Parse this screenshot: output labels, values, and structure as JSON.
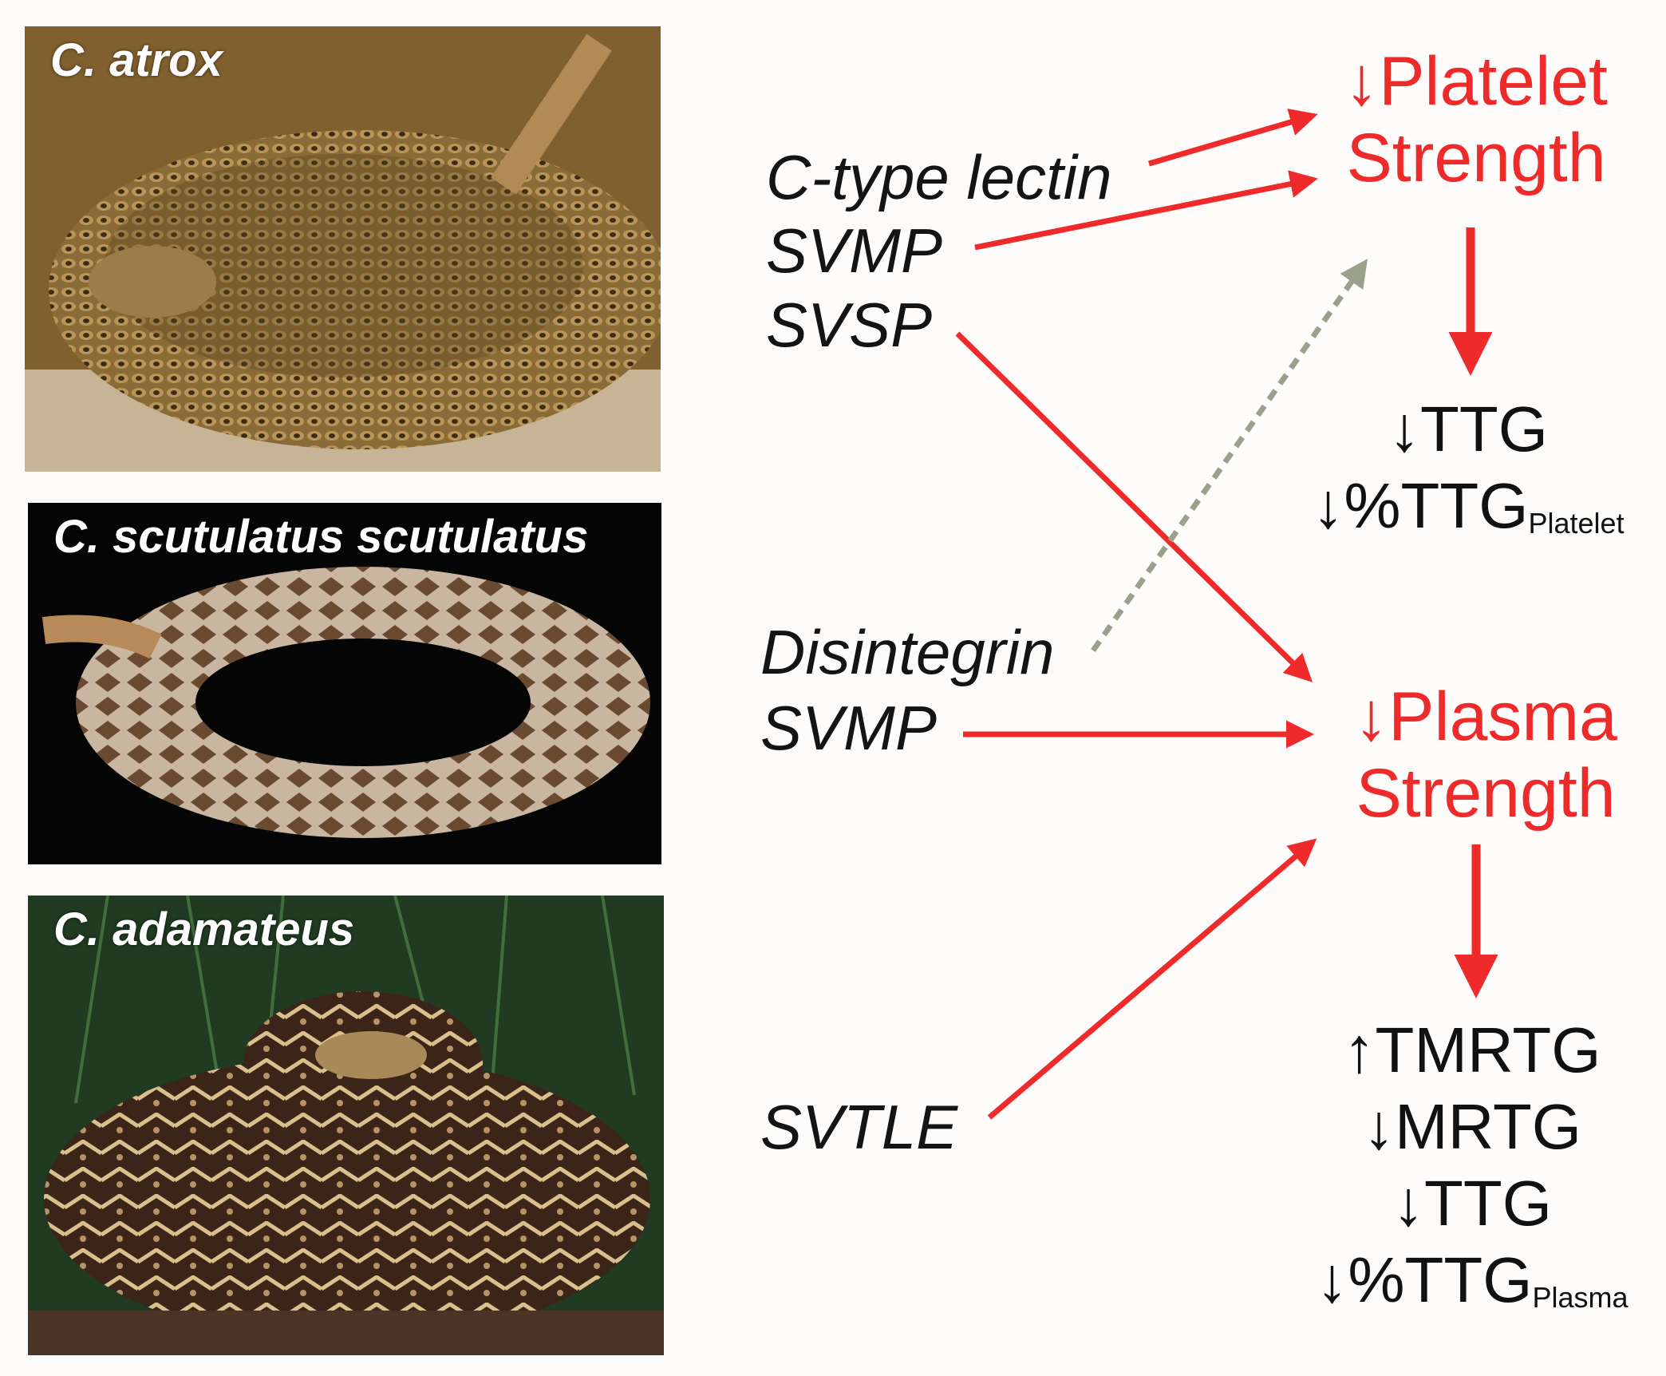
{
  "photos": [
    {
      "label": "C. atrox"
    },
    {
      "label": "C. scutulatus scutulatus"
    },
    {
      "label": "C. adamateus"
    }
  ],
  "toxins": {
    "group1": [
      "C-type lectin",
      "SVMP",
      "SVSP"
    ],
    "group2": [
      "Disintegrin",
      "SVMP"
    ],
    "group3": [
      "SVTLE"
    ]
  },
  "effects": {
    "platelet": {
      "arrow": "↓",
      "line1": "Platelet",
      "line2": "Strength"
    },
    "plasma": {
      "arrow": "↓",
      "line1": "Plasma",
      "line2": "Strength"
    }
  },
  "platelet_measures": [
    {
      "arrow": "↓",
      "text": "TTG",
      "sub": ""
    },
    {
      "arrow": "↓",
      "text": "%TTG",
      "sub": "Platelet"
    }
  ],
  "plasma_measures": [
    {
      "arrow": "↑",
      "text": "TMRTG",
      "sub": ""
    },
    {
      "arrow": "↓",
      "text": "MRTG",
      "sub": ""
    },
    {
      "arrow": "↓",
      "text": "TTG",
      "sub": ""
    },
    {
      "arrow": "↓",
      "text": "%TTG",
      "sub": "Plasma"
    }
  ],
  "colors": {
    "effect_red": "#ee2a2a",
    "dashed_gray": "#9aa08c",
    "text_black": "#141414"
  }
}
